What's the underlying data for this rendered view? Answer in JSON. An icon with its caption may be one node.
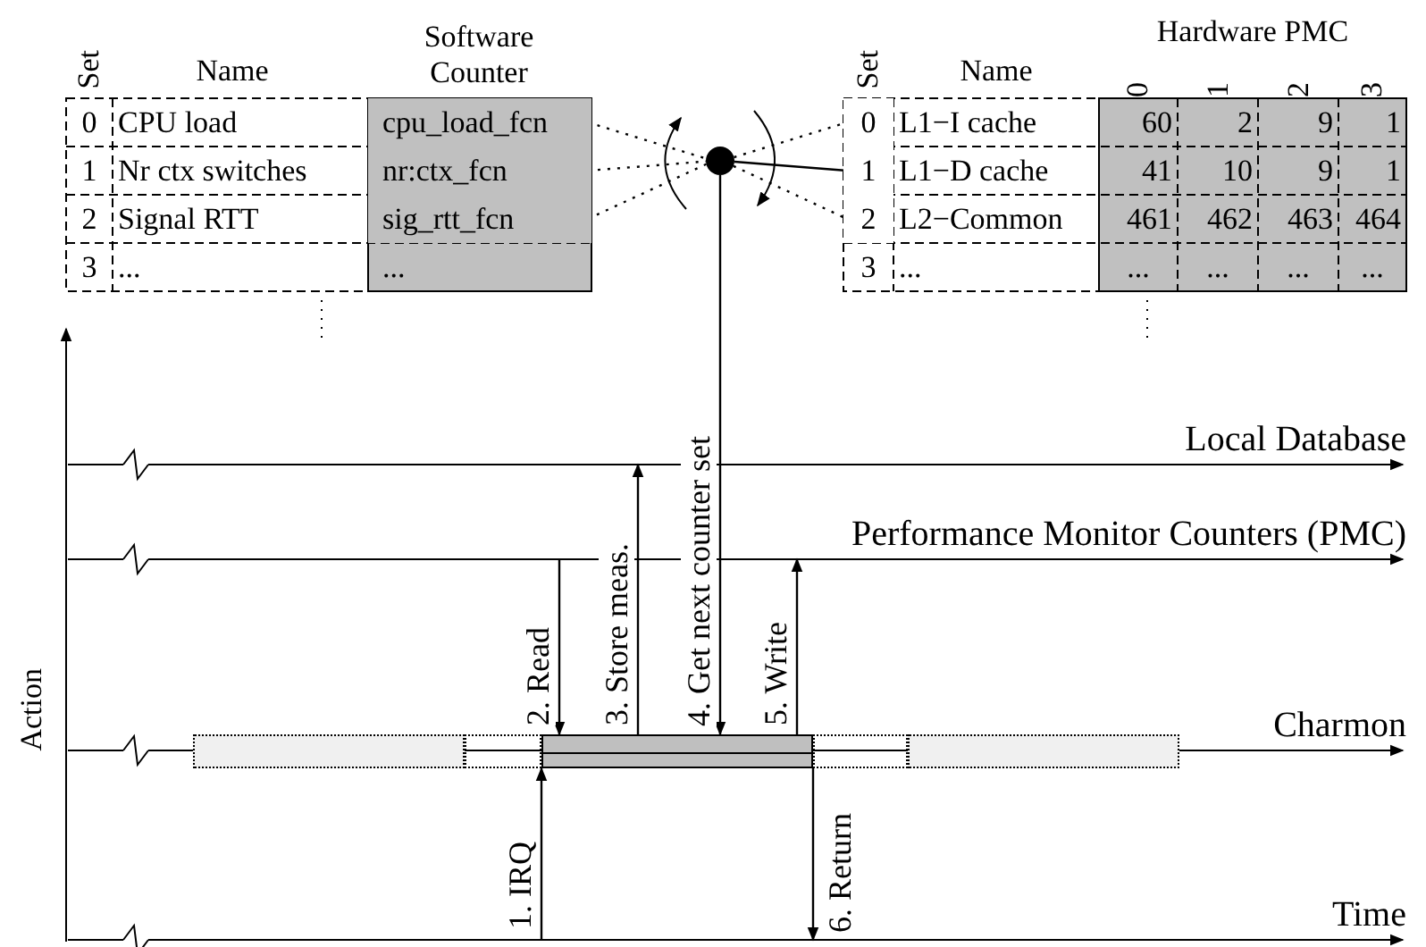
{
  "diagram": {
    "nodes": [
      {
        "text": [
          "cpu_load_fcn"
        ]
      },
      {
        "text": [
          "nr:ctx_fcn"
        ]
      },
      {
        "text": [
          "sig_rtt_fcn"
        ]
      },
      {
        "text": [],
        "shape": "circle"
      },
      {
        "text": [
          "0"
        ]
      },
      {
        "text": [
          "1"
        ]
      },
      {
        "text": [
          "2"
        ]
      },
      {
        "text": [],
        "shape": "arrow",
        "beside": [
          "Local Database"
        ]
      },
      {
        "text": [],
        "shape": "arrow",
        "beside": [
          "Performance Monitor Counters (PMC)"
        ]
      },
      {
        "text": [],
        "shape": "arrow",
        "beside": [
          "Charmon"
        ]
      },
      {
        "text": [],
        "shape": "arrow",
        "beside": [
          "Time"
        ]
      },
      {
        "text": [],
        "shape": "bar"
      },
      {
        "text": [],
        "shape": "box"
      },
      {
        "text": [],
        "shape": "box"
      },
      {
        "text": [],
        "shape": "box"
      },
      {
        "text": [],
        "shape": "box"
      }
    ],
    "edges": [
      {
        "from": 0,
        "to": 3,
        "arrow": "none",
        "style": "dashed"
      },
      {
        "from": 1,
        "to": 3,
        "arrow": "none",
        "style": "dashed"
      },
      {
        "from": 2,
        "to": 3,
        "arrow": "none",
        "style": "dashed"
      },
      {
        "from": 3,
        "to": 4,
        "arrow": "none",
        "style": "dashed"
      },
      {
        "from": 3,
        "to": 5,
        "arrow": "none"
      },
      {
        "from": 3,
        "to": 6,
        "arrow": "none",
        "style": "dashed"
      },
      {
        "from": 10,
        "to": 11,
        "arrow": "to",
        "label": "1. IRQ"
      },
      {
        "from": 8,
        "to": 11,
        "arrow": "to",
        "label": "2. Read"
      },
      {
        "from": 11,
        "to": 7,
        "arrow": "to",
        "label": "3. Store meas."
      },
      {
        "from": 3,
        "to": 11,
        "arrow": "to",
        "label": "4. Get next counter set"
      },
      {
        "from": 11,
        "to": 8,
        "arrow": "to",
        "label": "5. Write"
      },
      {
        "from": 11,
        "to": 10,
        "arrow": "to",
        "label": "6. Return"
      }
    ],
    "labels": [
      "Set",
      "Name",
      "Software Counter",
      "0",
      "CPU load",
      "1",
      "Nr ctx switches",
      "2",
      "Signal RTT",
      "3",
      "...",
      "...",
      "Set",
      "Name",
      "Hardware PMC",
      "0",
      "1",
      "2",
      "3",
      "L1−I cache",
      "60",
      "2",
      "9",
      "1",
      "L1−D cache",
      "41",
      "10",
      "9",
      "1",
      "L2−Common",
      "461",
      "462",
      "463",
      "464",
      "3",
      "...",
      "...",
      "...",
      "...",
      "...",
      "Action"
    ]
  }
}
